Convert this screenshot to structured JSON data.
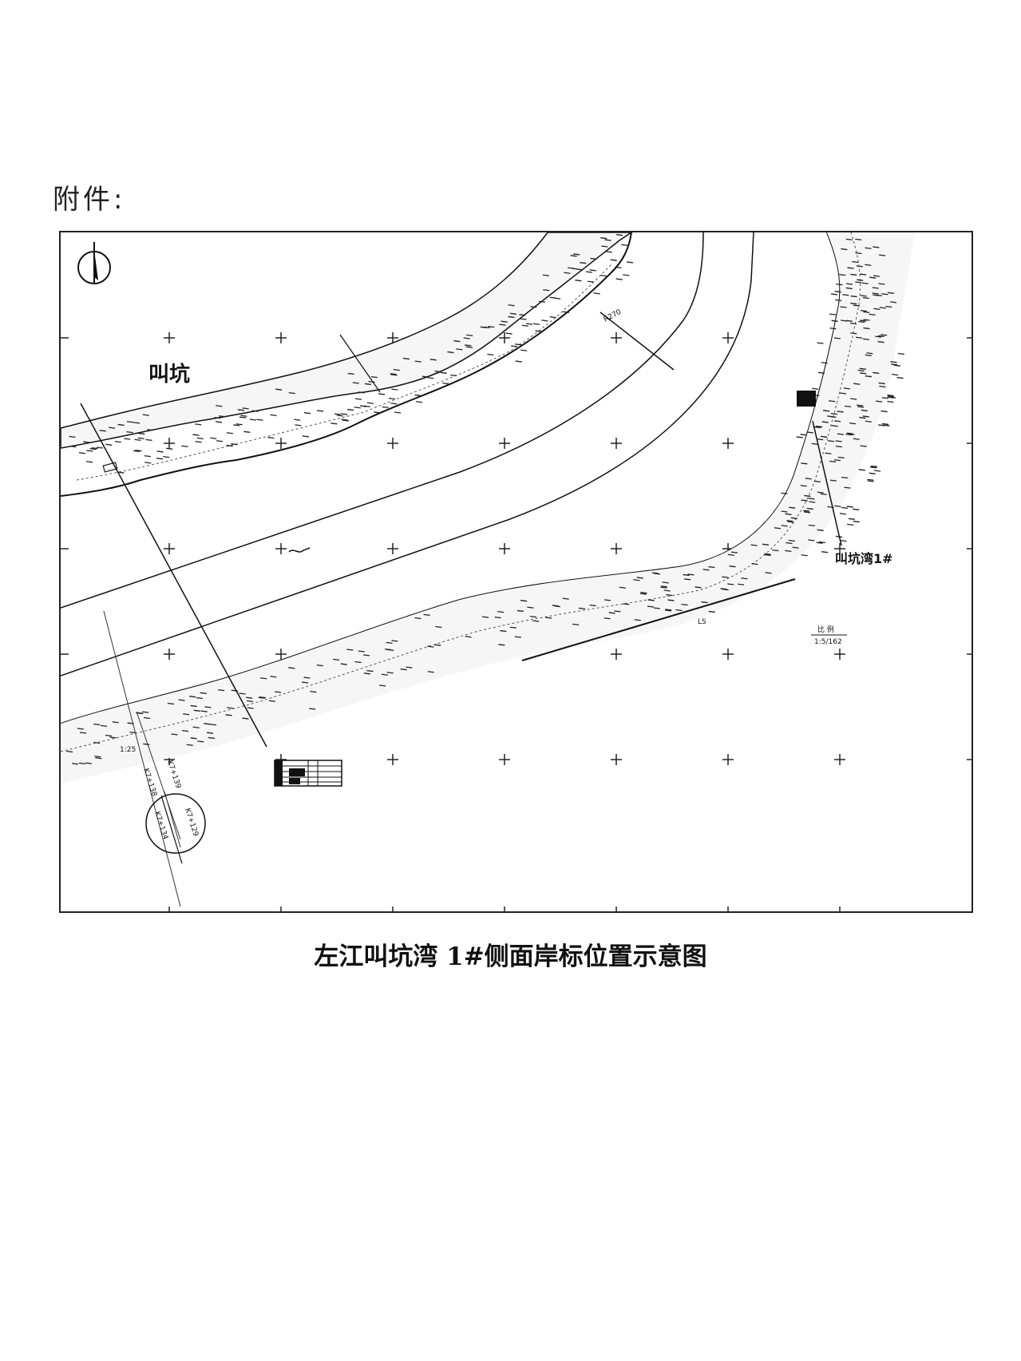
{
  "header": {
    "attachment_label": "附件:"
  },
  "map": {
    "place_name": "叫坑",
    "site_marker_label": "叫坑湾1#",
    "radius_label": "R270",
    "scale_top": "比 例",
    "scale_bottom": "1:5/162",
    "mileage_left": "K7+138",
    "mileage_mid": "K7+139",
    "mileage_circle_a": "K7+134",
    "mileage_circle_b": "K7+129",
    "bank_mark": "LS",
    "small_mark": "1:25"
  },
  "caption": "左江叫坑湾 1#侧面岸标位置示意图"
}
